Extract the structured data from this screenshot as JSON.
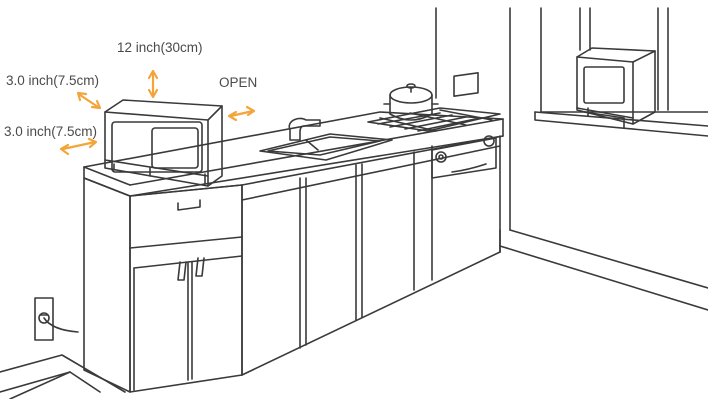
{
  "labels": {
    "top_clearance": "12 inch(30cm)",
    "side_clearance_upper": "3.0 inch(7.5cm)",
    "side_clearance_lower": "3.0 inch(7.5cm)",
    "front_open": "OPEN"
  },
  "colors": {
    "line": "#3a3a3a",
    "arrow": "#f3a53a",
    "text": "#4a4a4a",
    "background": "#ffffff"
  }
}
